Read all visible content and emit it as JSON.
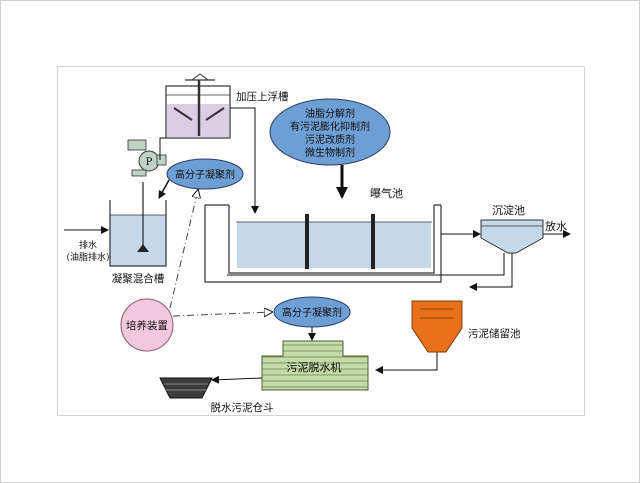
{
  "labels": {
    "flotation_tank": "加压上浮槽",
    "chemicals": [
      "油脂分解剂",
      "有污泥膨化抑制剂",
      "污泥改质剂",
      "微生物制剂"
    ],
    "aeration_tank": "曝气池",
    "settling_tank": "沉淀池",
    "discharge": "放水",
    "polymer_top": "高分子凝聚剂",
    "polymer_bottom": "高分子凝聚剂",
    "pump": "P",
    "inflow_line1": "排水",
    "inflow_line2": "(油脂排水)",
    "mixing_tank": "凝聚混合槽",
    "culture_device": "培养装置",
    "sludge_storage": "污泥储留池",
    "dewatering_machine": "污泥脱水机",
    "sludge_hopper": "脱水污泥仓斗"
  },
  "colors": {
    "ellipse_fill": "#6d9ed4",
    "water": "#c4d8ea",
    "culture_fill": "#f4c8dc",
    "sludge_storage": "#e8701a",
    "dewater_fill": "#c6d9a8",
    "hopper": "#3c3c3c"
  }
}
